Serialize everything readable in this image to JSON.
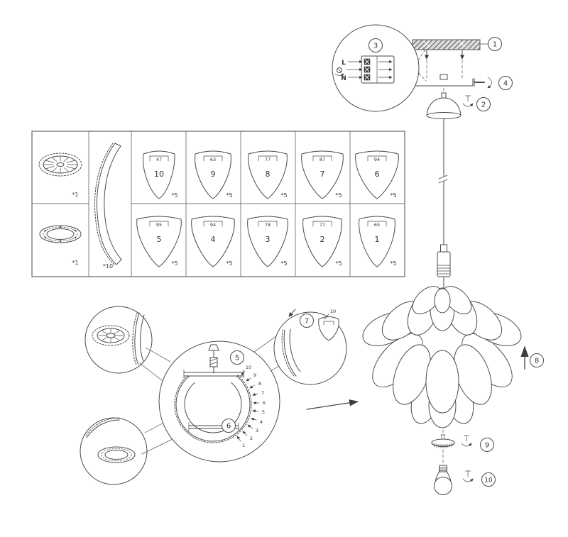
{
  "steps": {
    "plate": "1",
    "canopy": "2",
    "wiring": "3",
    "bracket": "4",
    "hang": "5",
    "clip": "6",
    "insert": "7",
    "lift": "8",
    "finial": "9",
    "bulb": "10"
  },
  "wiring": {
    "live": "L",
    "neutral": "N"
  },
  "parts_table": {
    "disc": {
      "qty": "*1"
    },
    "ring": {
      "qty": "*1"
    },
    "strip": {
      "qty": "*10"
    },
    "petals_top": [
      {
        "num": "10",
        "dim": "47",
        "qty": "*5"
      },
      {
        "num": "9",
        "dim": "63",
        "qty": "*5"
      },
      {
        "num": "8",
        "dim": "77",
        "qty": "*5"
      },
      {
        "num": "7",
        "dim": "87",
        "qty": "*5"
      },
      {
        "num": "6",
        "dim": "94",
        "qty": "*5"
      }
    ],
    "petals_bottom": [
      {
        "num": "5",
        "dim": "95",
        "qty": "*5"
      },
      {
        "num": "4",
        "dim": "94",
        "qty": "*5"
      },
      {
        "num": "3",
        "dim": "78",
        "qty": "*5"
      },
      {
        "num": "2",
        "dim": "77",
        "qty": "*5"
      },
      {
        "num": "1",
        "dim": "65",
        "qty": "*5"
      }
    ]
  },
  "assembly": {
    "sequence": [
      "10",
      "9",
      "8",
      "7",
      "6",
      "5",
      "4",
      "3",
      "2",
      "1"
    ],
    "insert_dim": "10"
  }
}
